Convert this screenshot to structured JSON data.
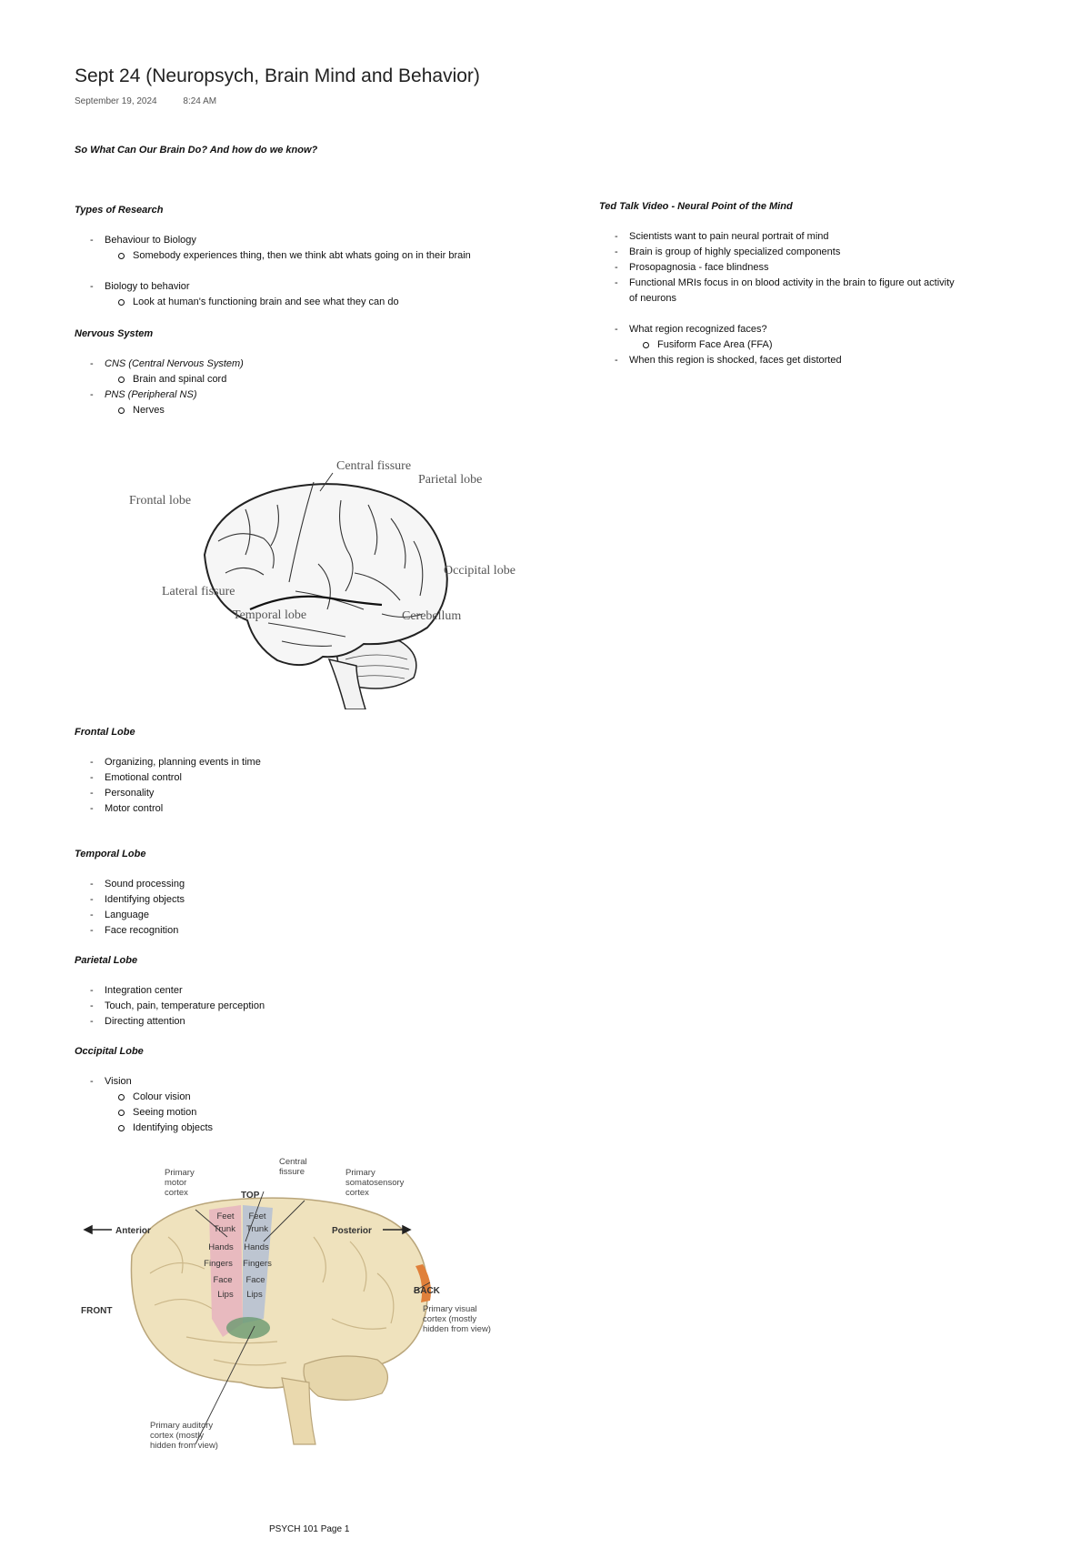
{
  "title": "Sept 24 (Neuropsych, Brain Mind and Behavior)",
  "date": "September 19, 2024",
  "time": "8:24 AM",
  "headings": {
    "brain_do": "So What Can Our Brain Do? And how do we know?",
    "types_research": "Types of Research",
    "nervous_system": "Nervous System",
    "frontal": "Frontal Lobe",
    "temporal": "Temporal Lobe",
    "parietal": "Parietal Lobe",
    "occipital": "Occipital Lobe",
    "ted": "Ted Talk Video - Neural Point of the Mind"
  },
  "types_research": {
    "b2b": "Behaviour to Biology",
    "b2b_sub": "Somebody experiences thing, then we think abt whats going on in their brain",
    "bio2b": "Biology to behavior",
    "bio2b_sub": "Look at human's functioning brain and see what they can do"
  },
  "nervous_system": {
    "cns": "CNS (Central Nervous System)",
    "cns_sub": "Brain and spinal cord",
    "pns": "PNS (Peripheral NS)",
    "pns_sub": "Nerves"
  },
  "figure1": {
    "labels": {
      "central_fissure": "Central fissure",
      "parietal_lobe": "Parietal lobe",
      "frontal_lobe": "Frontal lobe",
      "occipital_lobe": "Occipital lobe",
      "lateral_fissure": "Lateral fissure",
      "temporal_lobe": "Temporal lobe",
      "cerebellum": "Cerebellum"
    }
  },
  "frontal": [
    "Organizing, planning events in time",
    "Emotional control",
    "Personality",
    "Motor control"
  ],
  "temporal": [
    "Sound processing",
    "Identifying objects",
    "Language",
    "Face recognition"
  ],
  "parietal": [
    "Integration center",
    "Touch, pain, temperature perception",
    "Directing attention"
  ],
  "occipital": {
    "main": "Vision",
    "subs": [
      "Colour vision",
      "Seeing motion",
      "Identifying objects"
    ]
  },
  "figure2": {
    "central_fissure": [
      "Central",
      "fissure"
    ],
    "primary_motor": [
      "Primary",
      "motor",
      "cortex"
    ],
    "top": "TOP",
    "primary_somato": [
      "Primary",
      "somatosensory",
      "cortex"
    ],
    "anterior": "Anterior",
    "posterior": "Posterior",
    "front": "FRONT",
    "back": "BACK",
    "motor_parts": [
      "Feet",
      "Trunk",
      "Hands",
      "Fingers",
      "Face",
      "Lips"
    ],
    "sensory_parts": [
      "Feet",
      "Trunk",
      "Hands",
      "Fingers",
      "Face",
      "Lips"
    ],
    "primary_visual": [
      "Primary visual",
      "cortex (mostly",
      "hidden from view)"
    ],
    "primary_auditory": [
      "Primary auditory",
      "cortex (mostly",
      "hidden from view)"
    ]
  },
  "ted": {
    "items": [
      "Scientists want to pain neural portrait of mind",
      "Brain is group of highly specialized components",
      "Prosopagnosia - face blindness",
      "Functional MRIs focus in on blood activity in the brain to figure out activity of neurons"
    ],
    "q": "What region recognized faces?",
    "q_sub": "Fusiform Face Area (FFA)",
    "last": "When this region is shocked, faces get distorted"
  },
  "footer": "PSYCH 101 Page 1",
  "colors": {
    "motor_cortex": "#e7b7bf",
    "somato_cortex": "#b9c3d2",
    "visual_cortex": "#e0803a",
    "auditory_cortex": "#6a9a70",
    "brain_fill": "#efe2bd"
  }
}
